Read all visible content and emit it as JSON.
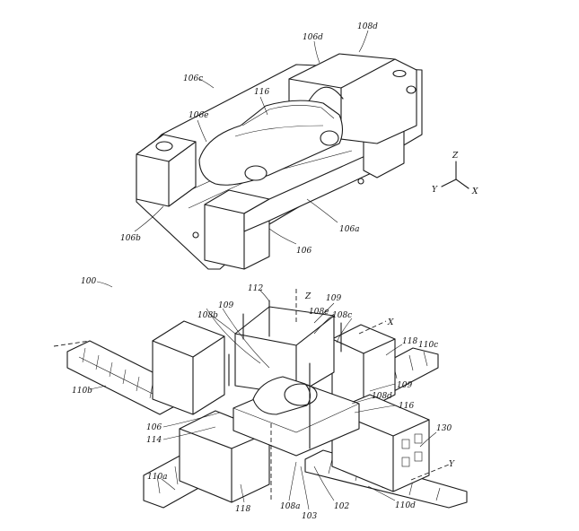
{
  "figure_top": {
    "labels": {
      "l106d": "106d",
      "l108d": "108d",
      "l106c": "106c",
      "l116": "116",
      "l106e": "106e",
      "l106b": "106b",
      "l106a": "106a",
      "l106": "106"
    },
    "axes": {
      "z": "Z",
      "y": "Y",
      "x": "X"
    }
  },
  "figure_bottom": {
    "labels": {
      "l100": "100",
      "l112": "112",
      "l109a": "109",
      "l108b": "108b",
      "l109b": "109",
      "l108e": "108e",
      "l108c": "108c",
      "l118a": "118",
      "l110c": "110c",
      "l110b": "110b",
      "l109c": "109",
      "l108d": "108d",
      "l116": "116",
      "l106": "106",
      "l114": "114",
      "l130": "130",
      "l110a": "110a",
      "l118b": "118",
      "l108a": "108a",
      "l103": "103",
      "l102": "102",
      "l110d": "110d"
    },
    "axes": {
      "z": "Z",
      "x": "X",
      "y": "Y"
    }
  },
  "colors": {
    "ink": "#1a1a1a",
    "paper": "#ffffff"
  }
}
